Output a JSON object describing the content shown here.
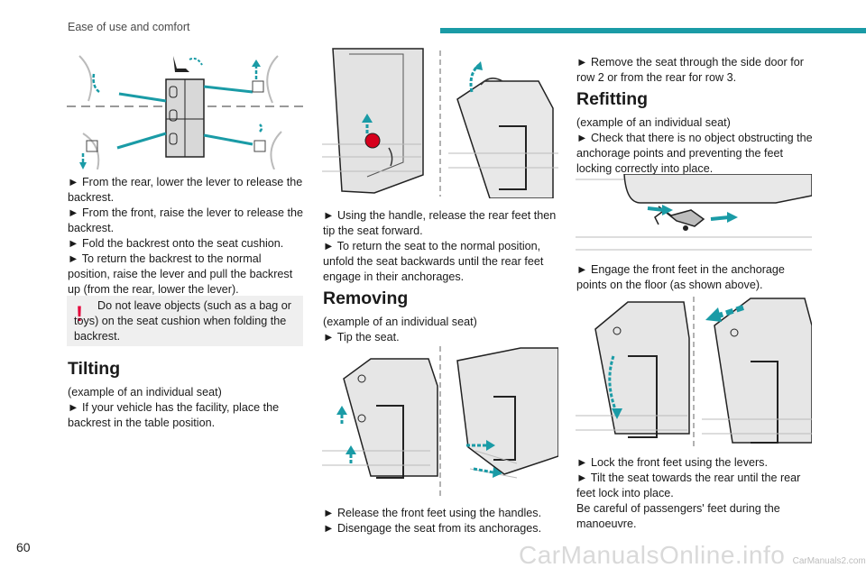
{
  "header": {
    "section_title": "Ease of use and comfort",
    "accent_color": "#1a9ba6"
  },
  "col1": {
    "fold_instructions": [
      "► From the rear, lower the lever to release the backrest.",
      "► From the front, raise the lever to release the backrest.",
      "► Fold the backrest onto the seat cushion.",
      "► To return the backrest to the normal position, raise the lever and pull the backrest up (from the rear, lower the lever)."
    ],
    "warning": {
      "icon": "exclamation-icon",
      "text": "Do not leave objects (such as a bag or toys) on the seat cushion when folding the backrest.",
      "color": "#e4003a"
    },
    "tilting": {
      "heading": "Tilting",
      "lines": [
        "(example of an individual seat)",
        "► If your vehicle has the facility, place the backrest in the table position."
      ]
    }
  },
  "col2": {
    "tip_instructions": [
      "► Using the handle, release the rear feet then tip the seat forward.",
      "► To return the seat to the normal position, unfold the seat backwards until the rear feet engage in their anchorages."
    ],
    "removing": {
      "heading": "Removing",
      "lines": [
        "(example of an individual seat)",
        "► Tip the seat."
      ]
    },
    "release_instructions": [
      "► Release the front feet using the handles.",
      "► Disengage the seat from its anchorages."
    ]
  },
  "col3": {
    "remove_instruction": "► Remove the seat through the side door for row 2 or from the rear for row 3.",
    "refitting": {
      "heading": "Refitting",
      "lines": [
        "(example of an individual seat)",
        "► Check that there is no object obstructing the anchorage points and preventing the feet locking correctly into place."
      ]
    },
    "engage_instruction": "► Engage the front feet in the anchorage points on the floor (as shown above).",
    "lock_instructions": [
      "► Lock the front feet using the levers.",
      "► Tilt the seat towards the rear until the rear feet lock into place.",
      "Be careful of passengers' feet during the manoeuvre."
    ]
  },
  "footer": {
    "page_number": "60",
    "watermark": "CarManualsOnline.info",
    "watermark_small": "CarManuals2.com"
  }
}
